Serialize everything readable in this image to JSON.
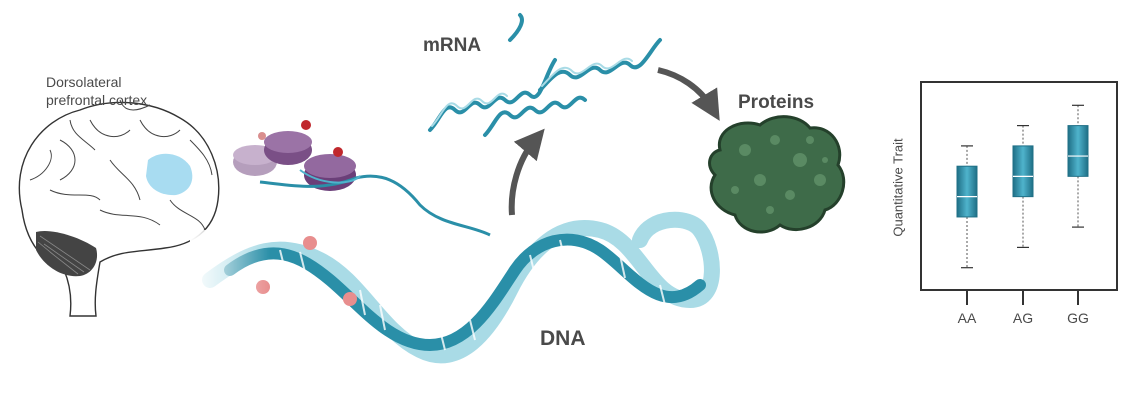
{
  "brain": {
    "label_line1": "Dorsolateral",
    "label_line2": "prefrontal cortex"
  },
  "mrna": {
    "label": "mRNA"
  },
  "proteins": {
    "label": "Proteins"
  },
  "dna": {
    "label": "DNA"
  },
  "colors": {
    "teal": "#2a8fa8",
    "teal_light": "#a9dbe6",
    "teal_dark": "#1f6f86",
    "protein_green": "#3e6b49",
    "histone_purple": "#7a4f86",
    "arrow_gray": "#555555",
    "brain_highlight": "#9fd8ef"
  },
  "chart_data": {
    "type": "box",
    "ylabel": "Quantitative Trait",
    "xlabel": "",
    "categories": [
      "AA",
      "AG",
      "GG"
    ],
    "grid": false,
    "boxes": [
      {
        "category": "AA",
        "min": 0.1,
        "q1": 0.35,
        "median": 0.45,
        "q3": 0.6,
        "max": 0.7
      },
      {
        "category": "AG",
        "min": 0.2,
        "q1": 0.45,
        "median": 0.55,
        "q3": 0.7,
        "max": 0.8
      },
      {
        "category": "GG",
        "min": 0.3,
        "q1": 0.55,
        "median": 0.65,
        "q3": 0.8,
        "max": 0.9
      }
    ],
    "ylim": [
      0,
      1
    ]
  }
}
